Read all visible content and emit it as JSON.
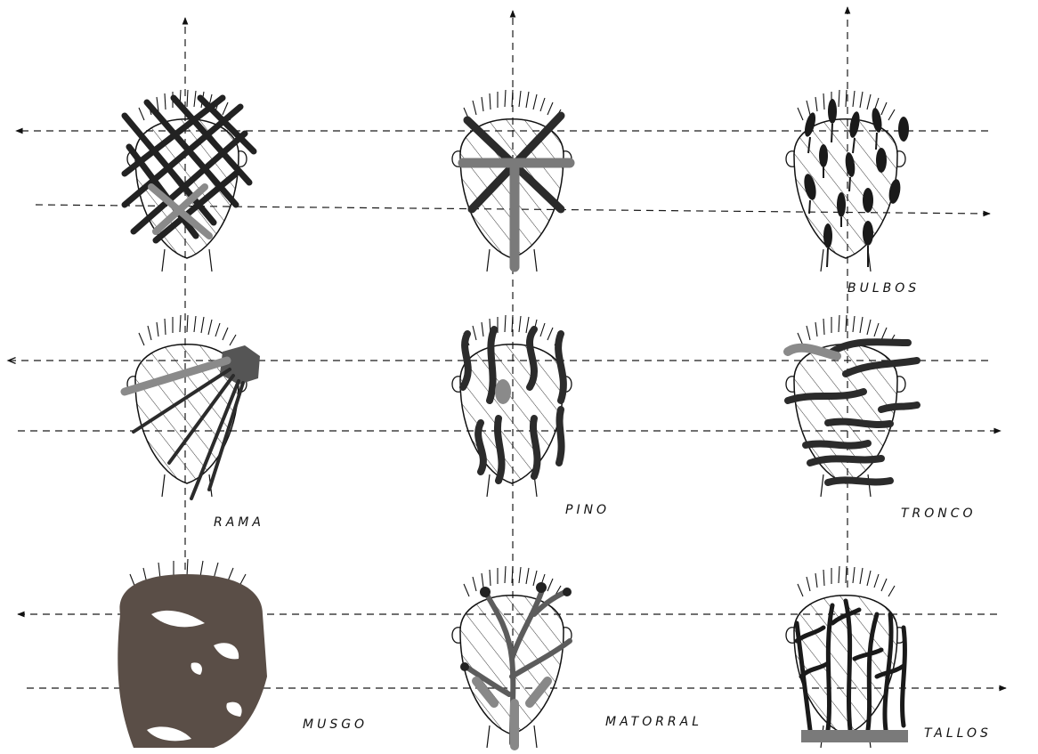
{
  "labels": {
    "bulbos": "BULBOS",
    "rama": "RAMA",
    "pino": "PINO",
    "tronco": "TRONCO",
    "musgo": "MUSGO",
    "matorral": "MATORRAL",
    "tallos": "TALLOS"
  },
  "colors": {
    "line": "#1a1a1a",
    "dark_mark": "#2b2b2b",
    "gray_mark": "#8a8a8a",
    "moss": "#5a4e47",
    "background": "#ffffff"
  }
}
